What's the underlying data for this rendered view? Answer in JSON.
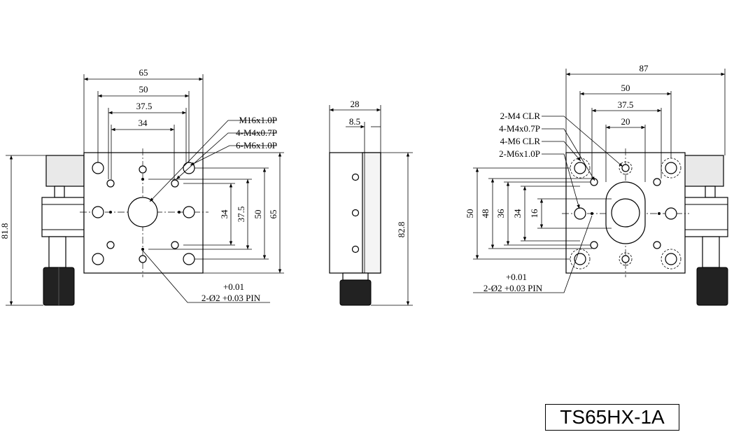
{
  "model": "TS65HX-1A",
  "front_view": {
    "width_dims": [
      "65",
      "50",
      "37.5",
      "34"
    ],
    "height_dims": [
      "34",
      "37.5",
      "50",
      "65"
    ],
    "overall_height": "81.8",
    "callouts": [
      "M16x1.0P",
      "4-M4x0.7P",
      "6-M6x1.0P"
    ],
    "pin_tolerance": "+0.01",
    "pin_label": "2-Ø2 +0.03 PIN"
  },
  "side_view": {
    "width_dims": [
      "28",
      "8.5"
    ],
    "overall_height": "82.8"
  },
  "rear_view": {
    "width_dims": [
      "87",
      "50",
      "37.5",
      "20"
    ],
    "height_dims": [
      "50",
      "48",
      "36",
      "34",
      "16"
    ],
    "callouts": [
      "2-M4 CLR",
      "4-M4x0.7P",
      "4-M6 CLR",
      "2-M6x1.0P"
    ],
    "pin_tolerance": "+0.01",
    "pin_label": "2-Ø2 +0.03 PIN"
  }
}
